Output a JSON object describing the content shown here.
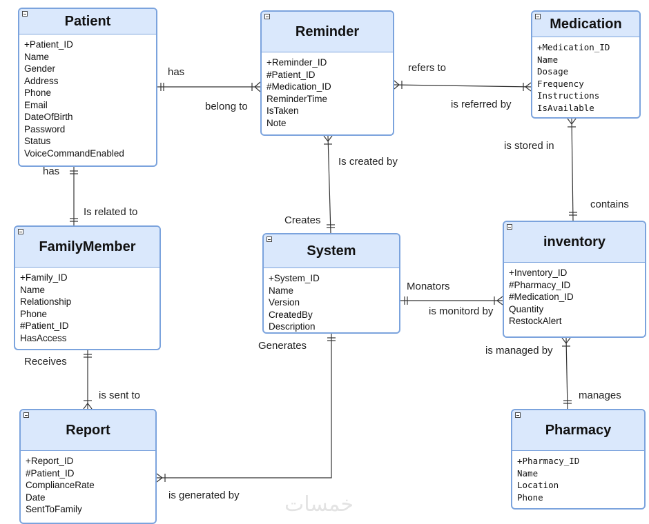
{
  "entities": {
    "patient": {
      "title": "Patient",
      "attrs": [
        "+Patient_ID",
        "Name",
        "Gender",
        "Address",
        "Phone",
        "Email",
        "DateOfBirth",
        "Password",
        "Status",
        "VoiceCommandEnabled"
      ]
    },
    "reminder": {
      "title": "Reminder",
      "attrs": [
        "+Reminder_ID",
        "#Patient_ID",
        "#Medication_ID",
        "ReminderTime",
        "IsTaken",
        "Note"
      ]
    },
    "medication": {
      "title": "Medication",
      "attrs": [
        "+Medication_ID",
        "Name",
        "Dosage",
        "Frequency",
        "Instructions",
        "IsAvailable"
      ]
    },
    "familymember": {
      "title": "FamilyMember",
      "attrs": [
        "+Family_ID",
        "Name",
        "Relationship",
        "Phone",
        "#Patient_ID",
        "HasAccess"
      ]
    },
    "system": {
      "title": "System",
      "attrs": [
        "+System_ID",
        "Name",
        "Version",
        "CreatedBy",
        "Description"
      ]
    },
    "inventory": {
      "title": "inventory",
      "attrs": [
        "+Inventory_ID",
        "#Pharmacy_ID",
        "#Medication_ID",
        "Quantity",
        "RestockAlert"
      ]
    },
    "report": {
      "title": "Report",
      "attrs": [
        "+Report_ID",
        "#Patient_ID",
        "ComplianceRate",
        "Date",
        "SentToFamily"
      ]
    },
    "pharmacy": {
      "title": "Pharmacy",
      "attrs": [
        "+Pharmacy_ID",
        "Name",
        "Location",
        "Phone"
      ]
    }
  },
  "labels": {
    "has_top": "has",
    "belong_to": "belong to",
    "refers_to": "refers to",
    "is_referred_by": "is referred by",
    "is_stored_in": "is stored in",
    "contains": "contains",
    "has_left": "has",
    "is_related_to": "Is related to",
    "is_created_by": "Is created by",
    "creates": "Creates",
    "monators": "Monators",
    "is_monitord_by": "is monitord by",
    "generates": "Generates",
    "receives": "Receives",
    "is_sent_to": "is sent to",
    "is_managed_by": "is managed by",
    "manages": "manages",
    "is_generated_by": "is generated by"
  },
  "watermark": "خمسات",
  "colors": {
    "entity_border": "#7ba3dd",
    "entity_header": "#dae8fc",
    "line": "#333333"
  }
}
